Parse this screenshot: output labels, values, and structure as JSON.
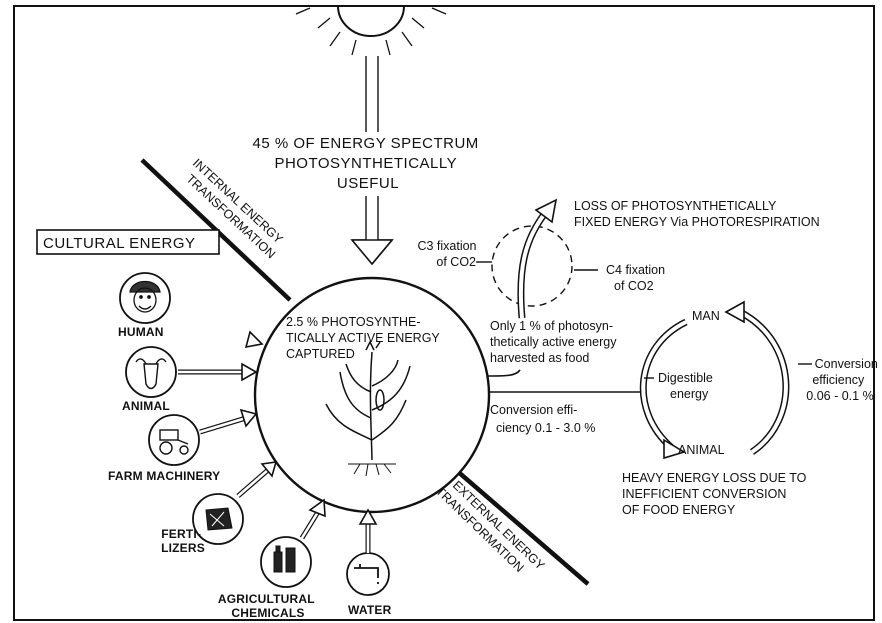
{
  "center": {
    "lines": [
      "2.5 % PHOTOSYNTHE-",
      "TICALLY ACTIVE ENERGY",
      "CAPTURED"
    ]
  },
  "sun": {
    "caption": [
      "45 % OF ENERGY SPECTRUM",
      "PHOTOSYNTHETICALLY",
      "USEFUL"
    ]
  },
  "internal_transformation": [
    "INTERNAL ENERGY",
    "TRANSFORMATION"
  ],
  "external_transformation": [
    "EXTERNAL ENERGY",
    "TRANSFORMATION"
  ],
  "cultural_energy": {
    "title": "CULTURAL ENERGY",
    "sources": [
      {
        "label": [
          "HUMAN"
        ],
        "icon": "human-face-icon"
      },
      {
        "label": [
          "ANIMAL"
        ],
        "icon": "cow-head-icon"
      },
      {
        "label": [
          "FARM MACHINERY"
        ],
        "icon": "tractor-icon"
      },
      {
        "label": [
          "FERTI-",
          "LIZERS"
        ],
        "icon": "fertilizer-sack-icon"
      },
      {
        "label": [
          "AGRICULTURAL",
          "CHEMICALS"
        ],
        "icon": "chemical-bottles-icon"
      },
      {
        "label": [
          "WATER"
        ],
        "icon": "water-tap-icon"
      }
    ]
  },
  "photorespiration": {
    "loss": [
      "LOSS OF PHOTOSYNTHETICALLY",
      "FIXED ENERGY Via PHOTORESPIRATION"
    ],
    "c3": [
      "C3 fixation",
      "of CO2"
    ],
    "c4": [
      "C4 fixation",
      "of CO2"
    ]
  },
  "harvest": [
    "Only 1 % of photosyn-",
    "thetically active energy",
    "harvested as food"
  ],
  "conversion_food": [
    "Conversion effi-",
    "ciency  0.1 - 3.0 %"
  ],
  "cycle": {
    "man": "MAN",
    "animal": "ANIMAL",
    "digestible": [
      "Digestible",
      "energy"
    ],
    "conversion": [
      "Conversion",
      "efficiency",
      "0.06 - 0.1 %"
    ]
  },
  "heavy_loss": [
    "HEAVY ENERGY LOSS DUE TO",
    "INEFFICIENT CONVERSION",
    "OF FOOD ENERGY"
  ]
}
